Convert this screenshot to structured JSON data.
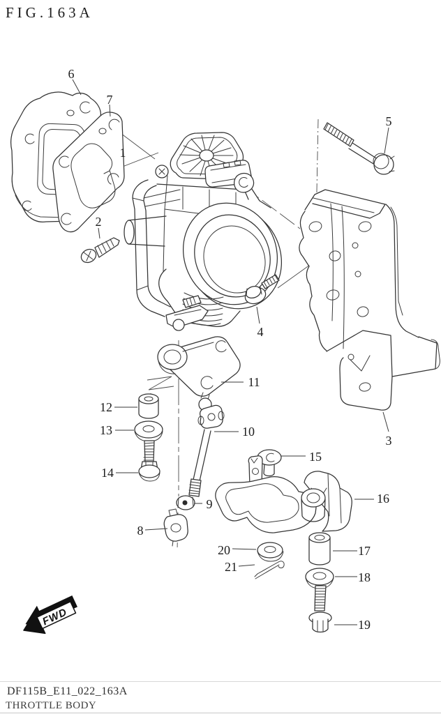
{
  "meta": {
    "fig_label": "FIG.163A",
    "drawing_code": "DF115B_E11_022_163A",
    "drawing_title": "THROTTLE BODY",
    "fwd_label": "FWD"
  },
  "colors": {
    "line": "#333333",
    "paper": "#ffffff"
  },
  "callouts": {
    "c1": "1",
    "c2": "2",
    "c3": "3",
    "c4": "4",
    "c5": "5",
    "c6": "6",
    "c7": "7",
    "c8": "8",
    "c9": "9",
    "c10": "10",
    "c11": "11",
    "c12": "12",
    "c13": "13",
    "c14": "14",
    "c15": "15",
    "c16": "16",
    "c17": "17",
    "c18": "18",
    "c19": "19",
    "c20": "20",
    "c21": "21"
  }
}
